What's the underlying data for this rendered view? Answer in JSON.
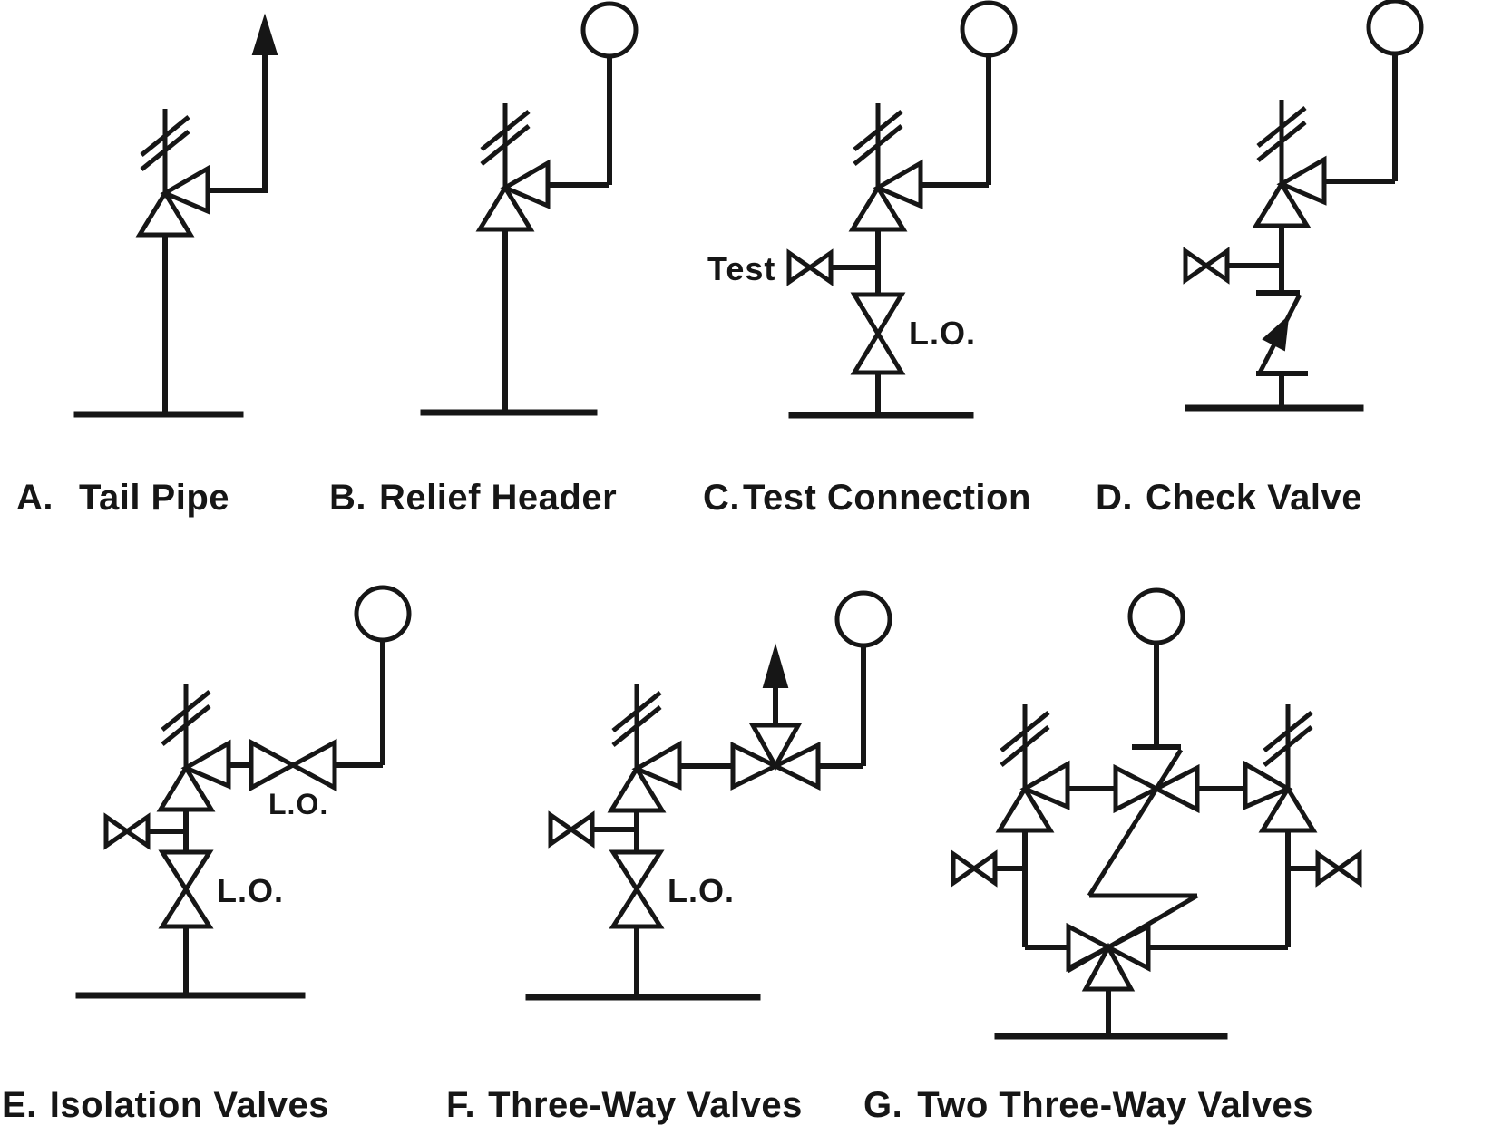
{
  "colors": {
    "ink": "#161616",
    "paper": "#ffffff"
  },
  "diagrams": [
    {
      "id": "A",
      "prefix": "A.",
      "title": "Tail Pipe"
    },
    {
      "id": "B",
      "prefix": "B.",
      "title": "Relief Header"
    },
    {
      "id": "C",
      "prefix": "C.",
      "title": "Test Connection"
    },
    {
      "id": "D",
      "prefix": "D.",
      "title": "Check Valve"
    },
    {
      "id": "E",
      "prefix": "E.",
      "title": "Isolation Valves"
    },
    {
      "id": "F",
      "prefix": "F.",
      "title": "Three-Way Valves"
    },
    {
      "id": "G",
      "prefix": "G.",
      "title": "Two Three-Way Valves"
    }
  ],
  "annotations": {
    "test": "Test",
    "locked_open": "L.O."
  },
  "symbols": {
    "relief_valve": "pressure-relief-valve",
    "spring_marks": "spring-setting-slashes",
    "header_circle": "relief-header-connection",
    "vent_arrow": "atmospheric-vent-arrow",
    "gate_valve": "locked-open-gate-valve",
    "test_valve": "test-bleed-valve",
    "check_valve": "check-valve",
    "three_way_valve": "three-way-valve",
    "linkage": "interlock-linkage"
  }
}
